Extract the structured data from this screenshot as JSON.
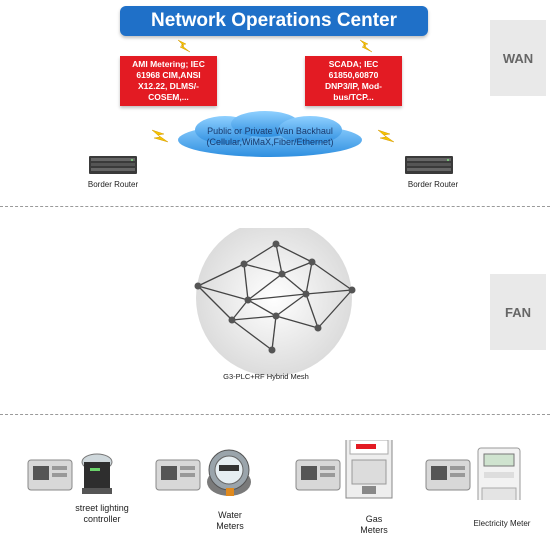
{
  "noc_title": "Network Operations Center",
  "left_protocols": "AMI Metering;  IEC\n61968 CIM,ANSI\nX12.22, DLMS/-\nCOSEM,...",
  "right_protocols": "SCADA;  IEC\n61850,60870\nDNP3/IP, Mod-\nbus/TCP...",
  "wan_label": "WAN",
  "fan_label": "FAN",
  "backhaul_text": "Public or Private Wan Backhaul\n(Cellular,WiMaX,Fiber/Ethernet)",
  "border_router_left": "Border Router",
  "border_router_right": "Border Router",
  "mesh_label": "G3-PLC+RF Hybrid Mesh",
  "devices": {
    "street_lighting": "street lighting\ncontroller",
    "water": "Water\nMeters",
    "gas": "Gas\nMeters",
    "electricity": "Electricity Meter"
  },
  "colors": {
    "noc_blue": "#1f70c8",
    "protocol_red": "#e31b23",
    "cloud_blue": "#4aa8f0",
    "lightning_yellow": "#f5c400"
  }
}
